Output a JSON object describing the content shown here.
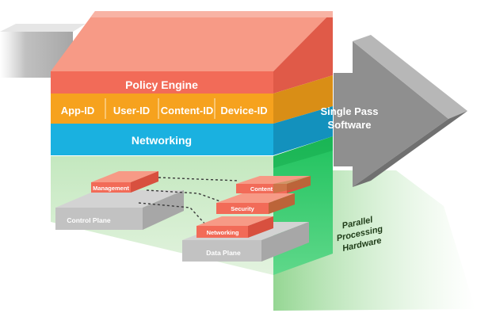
{
  "diagram": {
    "arrow_label": {
      "line1": "Single Pass",
      "line2": "Software"
    },
    "software_layers": {
      "policy_engine": "Policy Engine",
      "ids": [
        "App-ID",
        "User-ID",
        "Content-ID",
        "Device-ID"
      ],
      "networking": "Networking"
    },
    "control_plane": {
      "label": "Control Plane",
      "module": "Management"
    },
    "data_plane": {
      "label": "Data Plane",
      "modules": [
        "Content",
        "Security",
        "Networking"
      ]
    },
    "hardware_label": {
      "line1": "Parallel",
      "line2": "Processing",
      "line3": "Hardware"
    },
    "colors": {
      "coral": "#f26b58",
      "coral_light": "#f79a86",
      "orange": "#f6a21e",
      "cyan": "#1ab1e0",
      "green": "#2fc36a",
      "green_pale": "#dbeed6",
      "gray_arrow": "#8f8f8f",
      "gray_base": "#c6c6c6"
    }
  }
}
